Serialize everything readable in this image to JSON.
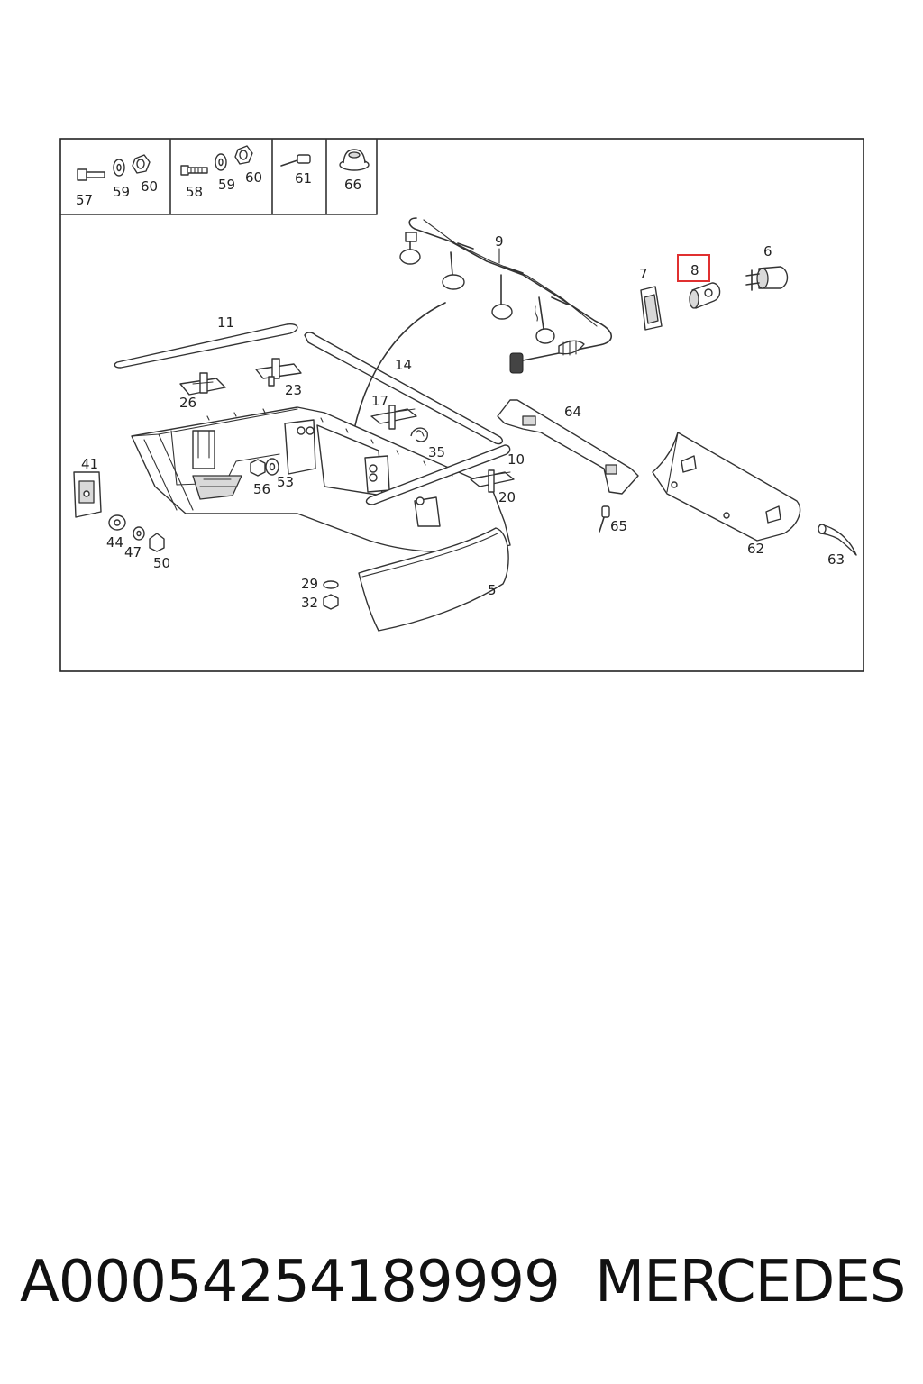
{
  "diagram": {
    "callouts": {
      "c57": "57",
      "c59a": "59",
      "c60a": "60",
      "c58": "58",
      "c59b": "59",
      "c60b": "60",
      "c61": "61",
      "c66": "66",
      "c9": "9",
      "c7": "7",
      "c8": "8",
      "c6": "6",
      "c11": "11",
      "c14": "14",
      "c26": "26",
      "c23": "23",
      "c17": "17",
      "c35": "35",
      "c64": "64",
      "c10": "10",
      "c41": "41",
      "c56": "56",
      "c53": "53",
      "c20": "20",
      "c65": "65",
      "c44": "44",
      "c47": "47",
      "c50": "50",
      "c62": "62",
      "c63": "63",
      "c29": "29",
      "c32": "32",
      "c5": "5"
    },
    "highlight_color": "#e03030"
  },
  "footer": {
    "part_number": "A00054254189999",
    "brand": "MERCEDES"
  }
}
